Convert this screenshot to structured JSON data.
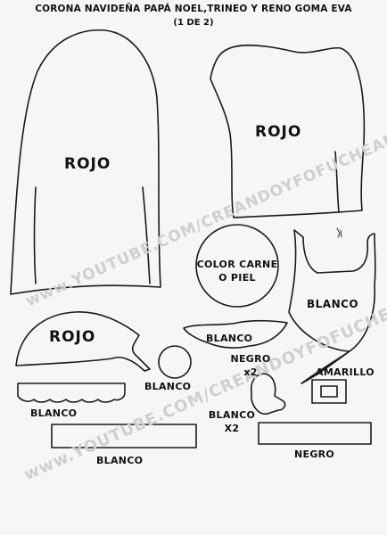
{
  "header": {
    "title": "CORONA NAVIDEÑA PAPÁ NOEL,TRINEO Y RENO GOMA EVA",
    "subtitle": "(1 DE 2)"
  },
  "labels": {
    "rojo_body": "ROJO",
    "rojo_sleigh": "ROJO",
    "rojo_hat": "ROJO",
    "color_carne_line1": "COLOR CARNE",
    "color_carne_line2": "O PIEL",
    "blanco_beard": "BLANCO",
    "blanco_mustache": "BLANCO",
    "negro_x2_line1": "NEGRO",
    "negro_x2_line2": "x2",
    "blanco_ball": "BLANCO",
    "blanco_hat_trim": "BLANCO",
    "blanco_x2_line1": "BLANCO",
    "blanco_x2_line2": "X2",
    "amarillo": "AMARILLO",
    "blanco_strip": "BLANCO",
    "negro_strip": "NEGRO"
  },
  "watermark": {
    "text": "www.YOUTUBE.COM/CREANDOYFOFUCHEANDO",
    "color": "#cfcfcf"
  },
  "colors": {
    "outline": "#1a1a1a",
    "paper": "#f7f6f4"
  }
}
